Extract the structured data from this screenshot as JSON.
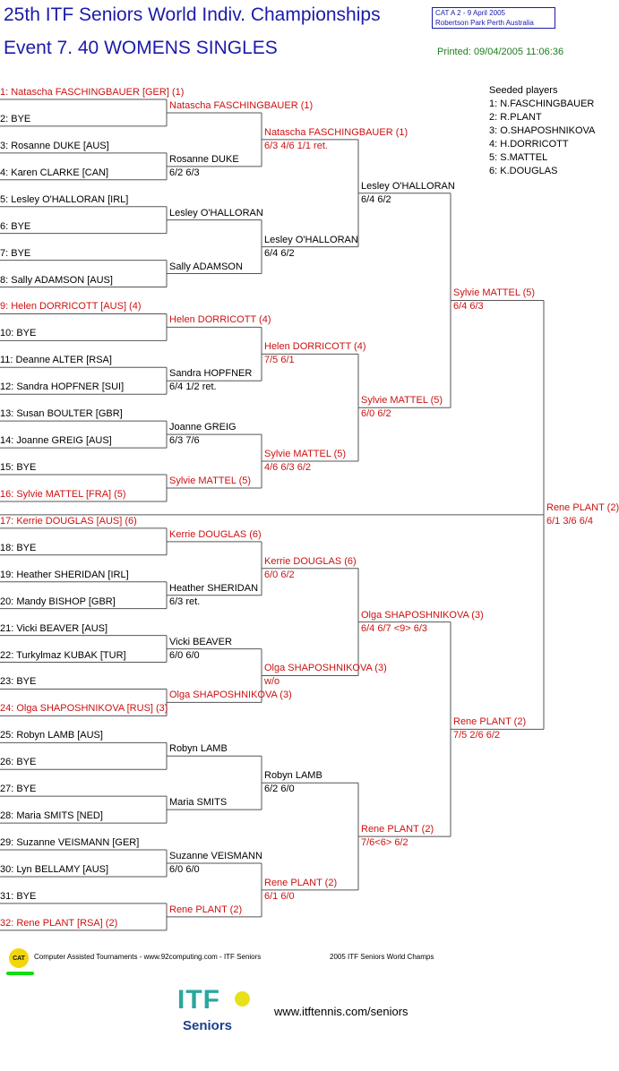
{
  "header": {
    "title": "25th ITF Seniors World Indiv. Championships",
    "event": "Event 7. 40 WOMENS SINGLES",
    "cat_line1": "CAT A   2 - 9 April 2005",
    "cat_line2": "Robertson Park Perth    Australia",
    "printed": "Printed: 09/04/2005 11:06:36"
  },
  "seeded": {
    "heading": "Seeded players",
    "items": [
      "1: N.FASCHINGBAUER",
      "2: R.PLANT",
      "3: O.SHAPOSHNIKOVA",
      "4: H.DORRICOTT",
      "5: S.MATTEL",
      "6: K.DOUGLAS"
    ]
  },
  "colors": {
    "seeded": "#cc1111",
    "plain": "#000000",
    "title": "#1b1baa",
    "printed": "#1e7d1e",
    "lines": "#555555"
  },
  "draw": [
    {
      "text": "1: Natascha FASCHINGBAUER [GER] (1)",
      "seed": true
    },
    {
      "text": "2: BYE",
      "seed": false
    },
    {
      "text": "3: Rosanne DUKE [AUS]",
      "seed": false
    },
    {
      "text": "4: Karen CLARKE [CAN]",
      "seed": false
    },
    {
      "text": "5: Lesley O'HALLORAN [IRL]",
      "seed": false
    },
    {
      "text": "6: BYE",
      "seed": false
    },
    {
      "text": "7: BYE",
      "seed": false
    },
    {
      "text": "8: Sally ADAMSON [AUS]",
      "seed": false
    },
    {
      "text": "9: Helen DORRICOTT [AUS] (4)",
      "seed": true
    },
    {
      "text": "10: BYE",
      "seed": false
    },
    {
      "text": "11: Deanne ALTER [RSA]",
      "seed": false
    },
    {
      "text": "12: Sandra HOPFNER [SUI]",
      "seed": false
    },
    {
      "text": "13: Susan BOULTER [GBR]",
      "seed": false
    },
    {
      "text": "14: Joanne GREIG [AUS]",
      "seed": false
    },
    {
      "text": "15: BYE",
      "seed": false
    },
    {
      "text": "16: Sylvie MATTEL [FRA] (5)",
      "seed": true
    },
    {
      "text": "17: Kerrie DOUGLAS [AUS] (6)",
      "seed": true
    },
    {
      "text": "18: BYE",
      "seed": false
    },
    {
      "text": "19: Heather SHERIDAN [IRL]",
      "seed": false
    },
    {
      "text": "20: Mandy BISHOP [GBR]",
      "seed": false
    },
    {
      "text": "21: Vicki BEAVER [AUS]",
      "seed": false
    },
    {
      "text": "22: Turkylmaz KUBAK [TUR]",
      "seed": false
    },
    {
      "text": "23: BYE",
      "seed": false
    },
    {
      "text": "24: Olga SHAPOSHNIKOVA [RUS] (3)",
      "seed": true
    },
    {
      "text": "25: Robyn LAMB [AUS]",
      "seed": false
    },
    {
      "text": "26: BYE",
      "seed": false
    },
    {
      "text": "27: BYE",
      "seed": false
    },
    {
      "text": "28: Maria SMITS [NED]",
      "seed": false
    },
    {
      "text": "29: Suzanne VEISMANN [GER]",
      "seed": false
    },
    {
      "text": "30: Lyn BELLAMY [AUS]",
      "seed": false
    },
    {
      "text": "31: BYE",
      "seed": false
    },
    {
      "text": "32: Rene PLANT [RSA] (2)",
      "seed": true
    }
  ],
  "rounds": [
    [
      {
        "name": "Natascha FASCHINGBAUER (1)",
        "score": "",
        "seed": true
      },
      {
        "name": "Rosanne DUKE",
        "score": "6/2 6/3",
        "seed": false
      },
      {
        "name": "Lesley O'HALLORAN",
        "score": "",
        "seed": false
      },
      {
        "name": "Sally ADAMSON",
        "score": "",
        "seed": false
      },
      {
        "name": "Helen DORRICOTT (4)",
        "score": "",
        "seed": true
      },
      {
        "name": "Sandra HOPFNER",
        "score": "6/4  1/2 ret.",
        "seed": false
      },
      {
        "name": "Joanne GREIG",
        "score": "6/3 7/6",
        "seed": false
      },
      {
        "name": "Sylvie MATTEL (5)",
        "score": "",
        "seed": true
      },
      {
        "name": "Kerrie DOUGLAS (6)",
        "score": "",
        "seed": true
      },
      {
        "name": "Heather SHERIDAN",
        "score": "6/3 ret.",
        "seed": false
      },
      {
        "name": "Vicki BEAVER",
        "score": "6/0 6/0",
        "seed": false
      },
      {
        "name": "Olga SHAPOSHNIKOVA (3)",
        "score": "",
        "seed": true
      },
      {
        "name": "Robyn LAMB",
        "score": "",
        "seed": false
      },
      {
        "name": "Maria SMITS",
        "score": "",
        "seed": false
      },
      {
        "name": "Suzanne VEISMANN",
        "score": "6/0 6/0",
        "seed": false
      },
      {
        "name": "Rene PLANT (2)",
        "score": "",
        "seed": true
      }
    ],
    [
      {
        "name": "Natascha FASCHINGBAUER (1)",
        "score": "6/3 4/6 1/1 ret.",
        "seed": true
      },
      {
        "name": "Lesley O'HALLORAN",
        "score": "6/4 6/2",
        "seed": false
      },
      {
        "name": "Helen DORRICOTT (4)",
        "score": "7/5 6/1",
        "seed": true
      },
      {
        "name": "Sylvie MATTEL (5)",
        "score": "4/6 6/3 6/2",
        "seed": true
      },
      {
        "name": "Kerrie DOUGLAS (6)",
        "score": "6/0 6/2",
        "seed": true
      },
      {
        "name": "Olga SHAPOSHNIKOVA (3)",
        "score": "w/o",
        "seed": true
      },
      {
        "name": "Robyn LAMB",
        "score": "6/2 6/0",
        "seed": false
      },
      {
        "name": "Rene PLANT (2)",
        "score": "6/1 6/0",
        "seed": true
      }
    ],
    [
      {
        "name": "Lesley O'HALLORAN",
        "score": "6/4 6/2",
        "seed": false
      },
      {
        "name": "Sylvie MATTEL (5)",
        "score": "6/0 6/2",
        "seed": true
      },
      {
        "name": "Olga SHAPOSHNIKOVA (3)",
        "score": "6/4 6/7 <9> 6/3",
        "seed": true
      },
      {
        "name": "Rene PLANT (2)",
        "score": "7/6<6> 6/2",
        "seed": true
      }
    ],
    [
      {
        "name": "Sylvie MATTEL (5)",
        "score": "6/4 6/3",
        "seed": true
      },
      {
        "name": "Rene PLANT (2)",
        "score": "7/5 2/6 6/2",
        "seed": true
      }
    ],
    [
      {
        "name": "Rene PLANT (2)",
        "score": "6/1  3/6 6/4",
        "seed": true
      }
    ]
  ],
  "footer": {
    "cat_logo": "CAT",
    "software": "Computer Assisted Tournaments - www.92computing.com -   ITF Seniors",
    "event_name": "2005 ITF Seniors World Champs",
    "itf_logo": "ITF",
    "itf_seniors": "Seniors",
    "website": "www.itftennis.com/seniors"
  }
}
